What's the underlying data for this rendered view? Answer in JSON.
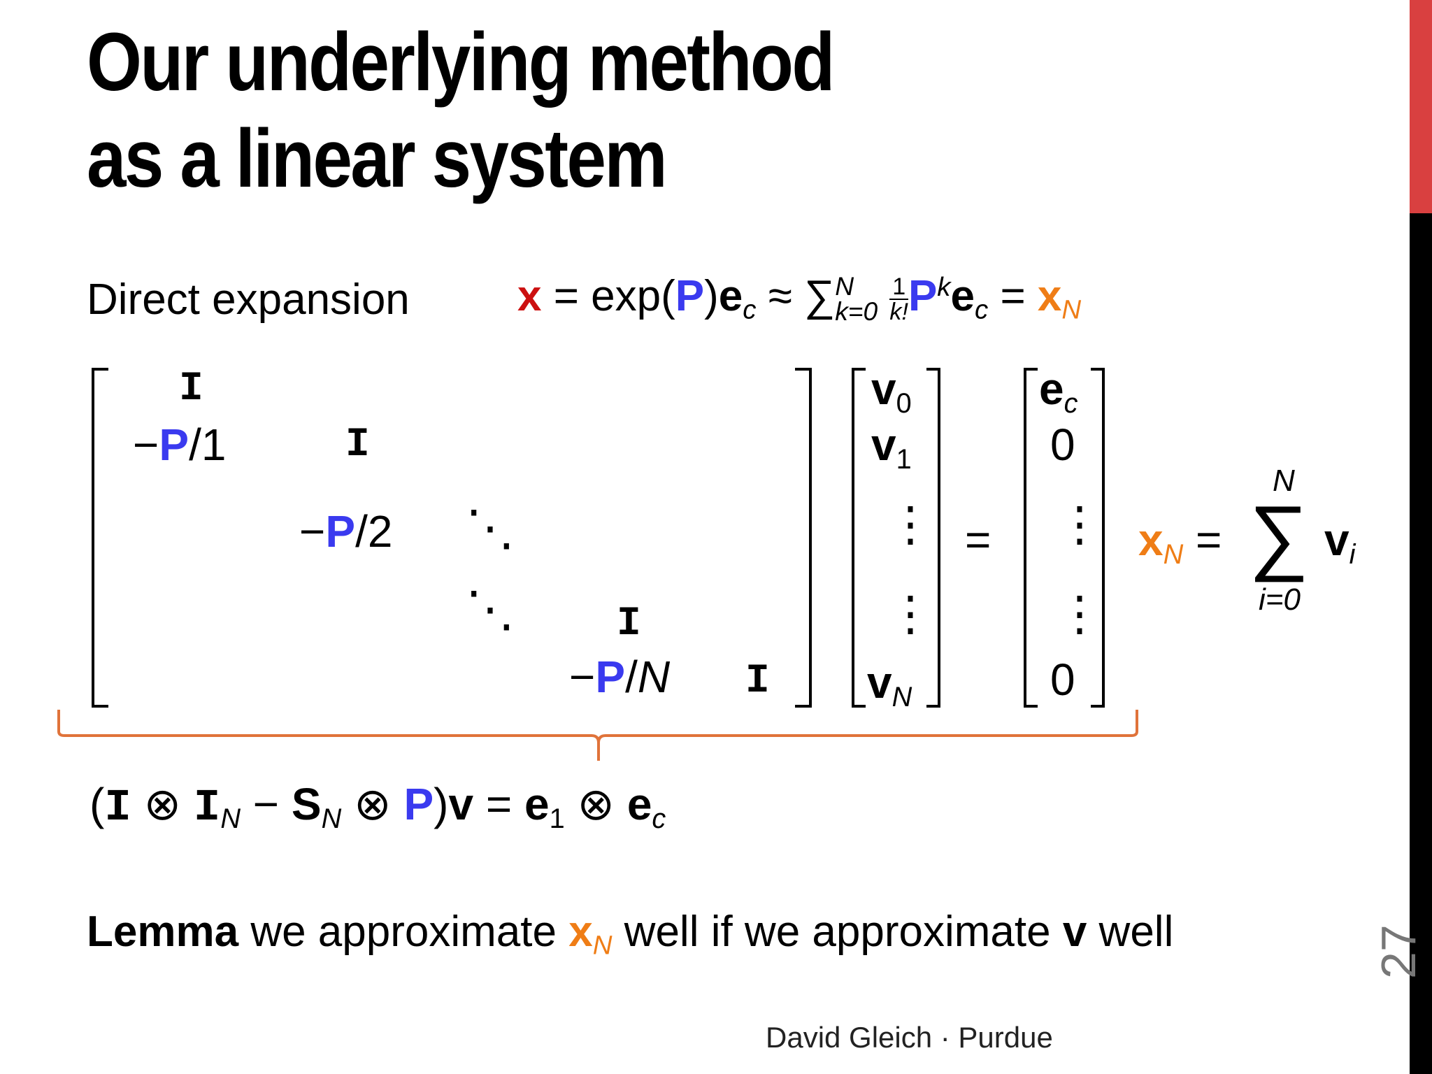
{
  "title": {
    "line1": "Our underlying method",
    "line2": "as a linear system"
  },
  "expansion": {
    "label": "Direct expansion",
    "x": "x",
    "eq1": "= exp(",
    "P": "P",
    "close": ")",
    "e": "e",
    "c": "c",
    "approx": "≈",
    "sum": "∑",
    "sum_sup": "N",
    "sum_sub": "k=0",
    "frac_num": "1",
    "frac_den": "k!",
    "k": "k",
    "eq2": "=",
    "xN": "x",
    "N": "N"
  },
  "matrix": {
    "I": "I",
    "neg": "−",
    "P": "P",
    "div1": "/1",
    "div2": "/2",
    "divN": "/",
    "N": "N",
    "dots": "⋱"
  },
  "vector_v": {
    "v": "v",
    "sub0": "0",
    "sub1": "1",
    "vdots": "⋮",
    "subN": "N"
  },
  "equals": "=",
  "vector_e": {
    "e": "e",
    "c": "c",
    "zero": "0",
    "vdots": "⋮"
  },
  "sum_rule": {
    "x": "x",
    "N": "N",
    "eq": "=",
    "sigma": "∑",
    "top": "N",
    "bottom": "i=0",
    "v": "v",
    "i": "i"
  },
  "kron": {
    "open": "(",
    "I": "I",
    "otimes": "⊗",
    "IN": "I",
    "N": "N",
    "minus": "−",
    "S": "S",
    "P": "P",
    "close": ")",
    "v": "v",
    "eq": "=",
    "e": "e",
    "one": "1",
    "c": "c"
  },
  "lemma": {
    "word": "Lemma",
    "part1": " we approximate ",
    "x": "x",
    "N": "N",
    "part2": " well if we approximate ",
    "v": "v",
    "part3": " well"
  },
  "footer": "David Gleich · Purdue",
  "page_number": "27",
  "colors": {
    "blue": "#3a3aef",
    "red": "#cc1010",
    "orange": "#ef7d16",
    "brace": "#e0733a",
    "sidebar_red": "#d94040",
    "sidebar_black": "#000000"
  }
}
